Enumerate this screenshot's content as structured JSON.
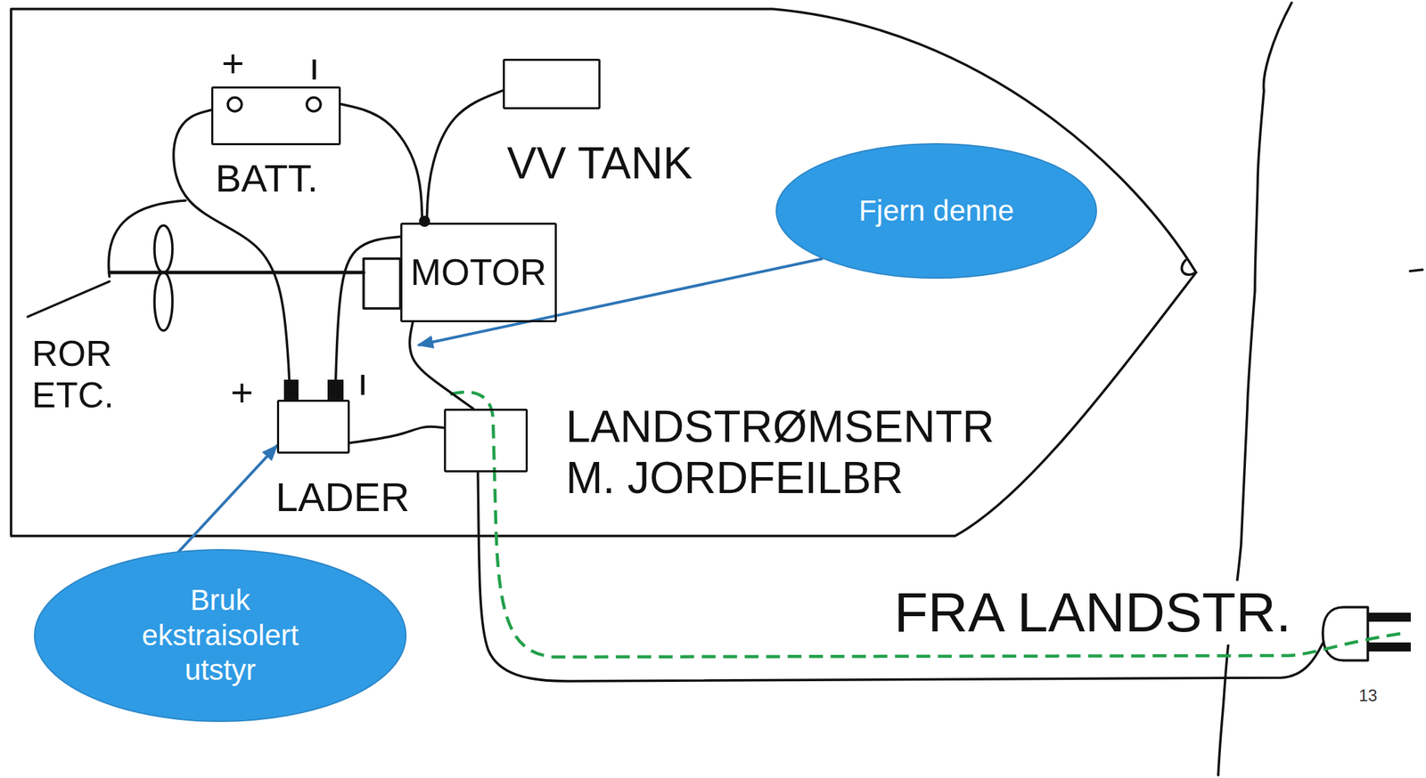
{
  "diagram": {
    "nodes": [
      {
        "text": [
          "BATT."
        ]
      },
      {
        "text": [
          "VV TANK"
        ]
      },
      {
        "text": [
          "Fjern denne"
        ]
      },
      {
        "text": [
          "MOTOR"
        ]
      },
      {
        "text": [
          "LADER"
        ]
      },
      {
        "text": [
          "LANDSTRØMSENTR M. JORDFEILBR"
        ]
      },
      {
        "text": [
          "Bruk ekstraisolert utstyr"
        ]
      }
    ],
    "edges": [
      {
        "from": 1,
        "to": 3,
        "arrow": "none"
      },
      {
        "from": 0,
        "to": 3,
        "arrow": "none"
      },
      {
        "from": 0,
        "to": 4,
        "arrow": "none"
      },
      {
        "from": 3,
        "to": 4,
        "arrow": "none"
      },
      {
        "from": 4,
        "to": 5,
        "arrow": "none"
      },
      {
        "from": 3,
        "to": 5,
        "arrow": "none"
      },
      {
        "from": 6,
        "to": 4,
        "arrow": "to"
      }
    ],
    "labels": [
      "+",
      "ı",
      "+",
      "ı",
      "ROR ETC.",
      "FRA LANDSTR.",
      "13"
    ]
  }
}
